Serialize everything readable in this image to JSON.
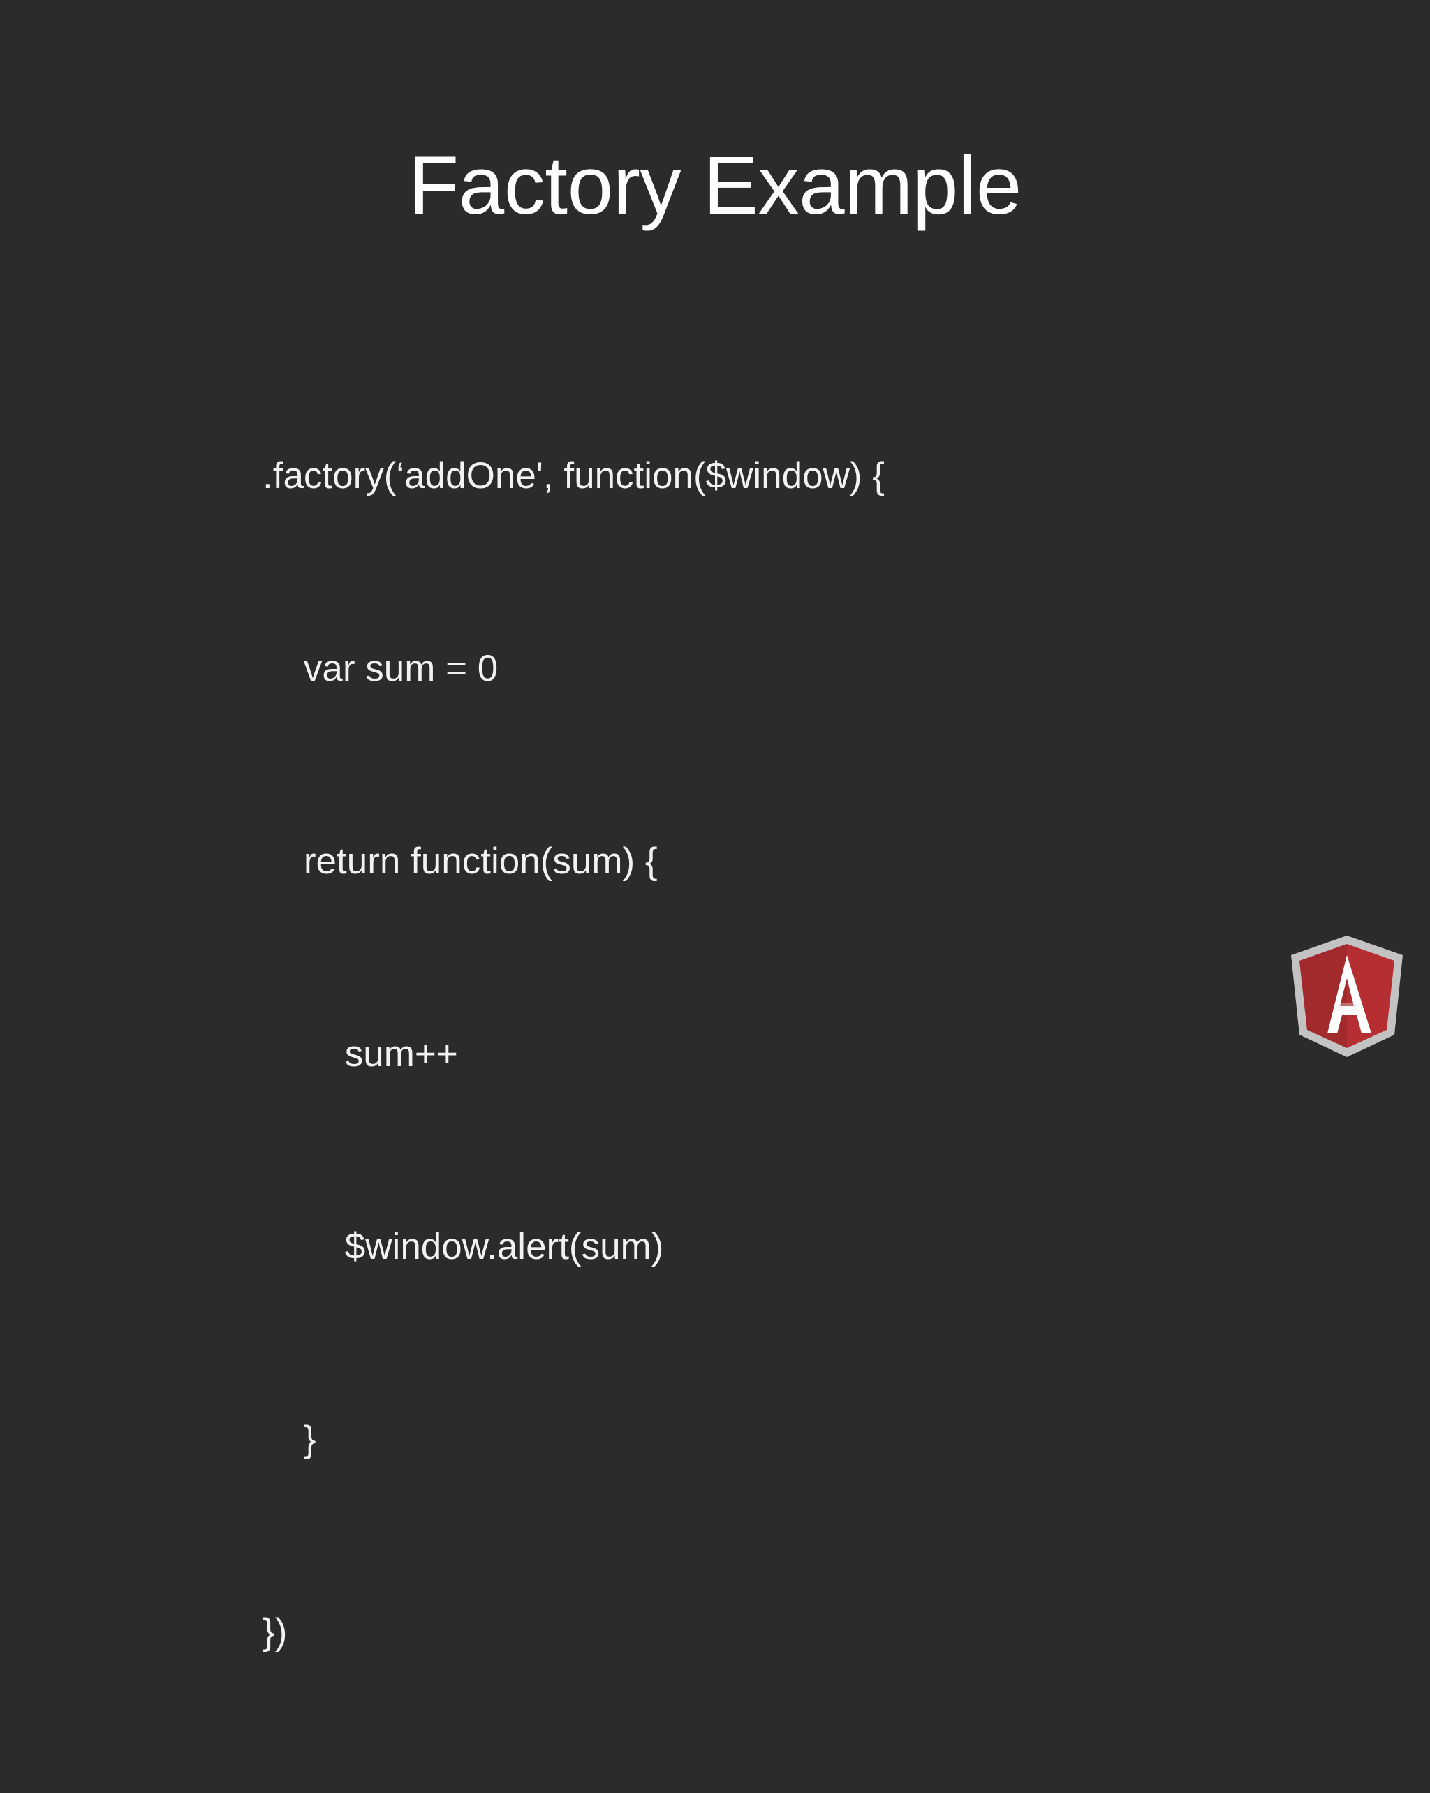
{
  "slide": {
    "background_color": "#2b2b2b",
    "text_color": "#f2f2f2",
    "title": "Factory Example",
    "code": {
      "language": "javascript",
      "lines": [
        ".factory(‘addOne', function($window) {",
        "    var sum = 0",
        "    return function(sum) {",
        "        sum++",
        "        $window.alert(sum)",
        "    }",
        "})"
      ]
    },
    "logo": {
      "name": "angularjs-shield-logo",
      "alt": "AngularJS",
      "letter": "A",
      "shield_fill": "#b52e31",
      "shield_border": "#c3c3c3",
      "letter_fill": "#ffffff"
    }
  }
}
